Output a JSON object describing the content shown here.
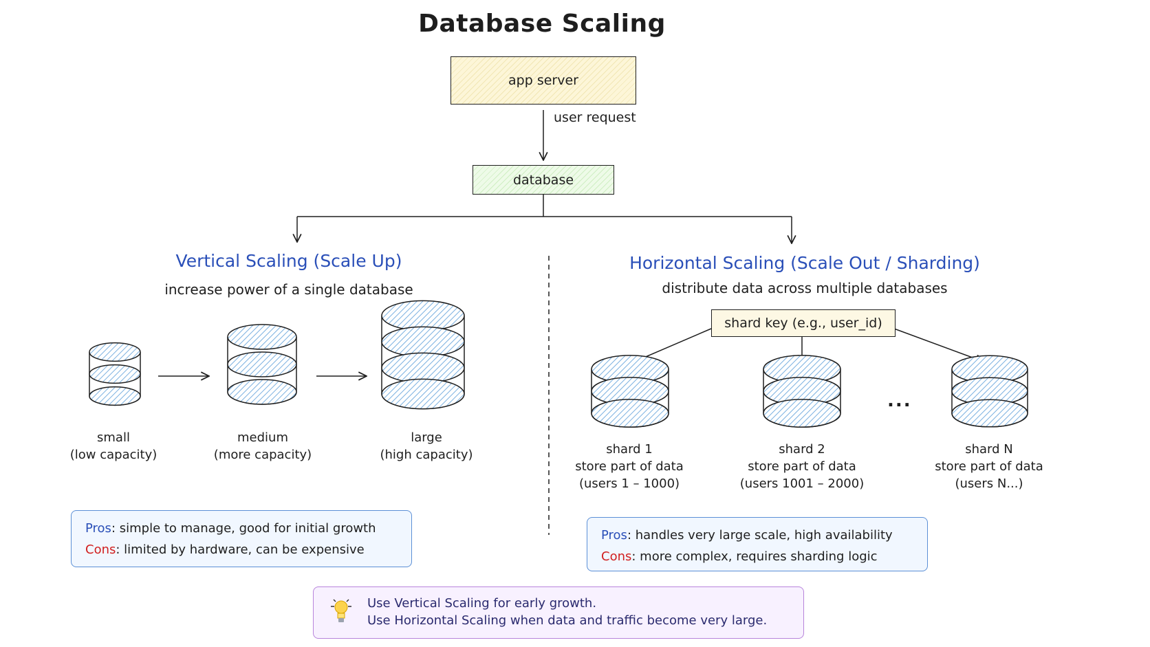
{
  "title": "Database Scaling",
  "app_server": "app server",
  "user_request": "user request",
  "database": "database",
  "vertical": {
    "heading": "Vertical Scaling (Scale Up)",
    "subtitle": "increase power of a single database",
    "tiers": [
      {
        "name": "small",
        "detail": "(low capacity)"
      },
      {
        "name": "medium",
        "detail": "(more capacity)"
      },
      {
        "name": "large",
        "detail": "(high capacity)"
      }
    ],
    "pros_label": "Pros",
    "pros_text": ": simple to manage, good for initial growth",
    "cons_label": "Cons",
    "cons_text": ": limited by hardware, can be expensive"
  },
  "horizontal": {
    "heading": "Horizontal Scaling (Scale Out / Sharding)",
    "subtitle": "distribute data across multiple databases",
    "shard_key": "shard key (e.g., user_id)",
    "shards": [
      {
        "name": "shard 1",
        "desc": "store part of data",
        "range": "(users 1 – 1000)"
      },
      {
        "name": "shard 2",
        "desc": "store part of data",
        "range": "(users 1001 – 2000)"
      },
      {
        "name": "shard N",
        "desc": "store part of data",
        "range": "(users N...)"
      }
    ],
    "ellipsis": "...",
    "pros_label": "Pros",
    "pros_text": ": handles very large scale, high availability",
    "cons_label": "Cons",
    "cons_text": ": more complex, requires sharding logic"
  },
  "tip": {
    "line1": "Use Vertical Scaling for early growth.",
    "line2": "Use Horizontal Scaling when data and traffic become very large."
  },
  "colors": {
    "heading_blue": "#2a4fb8",
    "cons_red": "#d11f1f",
    "panel_border": "#5b8fd6",
    "tip_border": "#b783db",
    "cylinder_hatch": "#7ab0e0"
  },
  "icons": [
    "lightbulb-icon",
    "database-cylinder-icon"
  ]
}
